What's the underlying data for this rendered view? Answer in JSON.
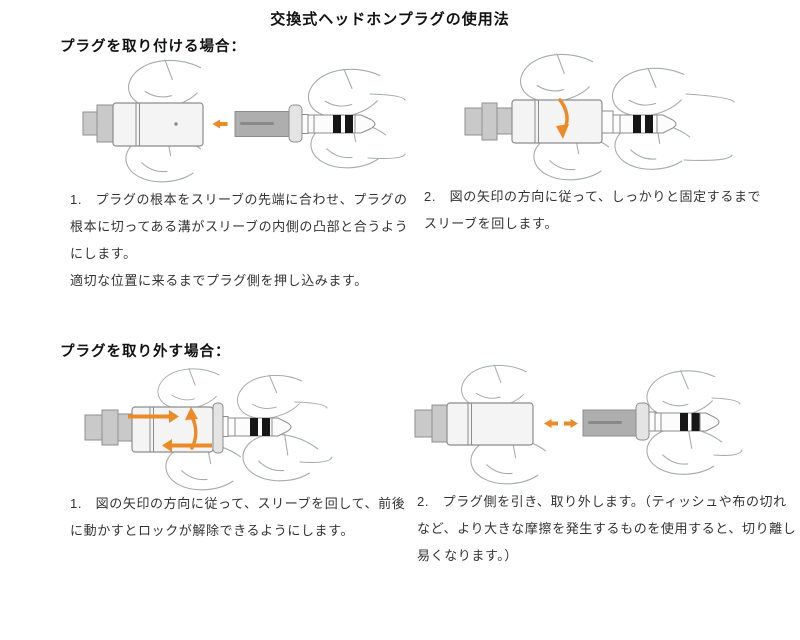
{
  "title": "交換式ヘッドホンプラグの使用法",
  "colors": {
    "arrow": "#ed8a28"
  },
  "sections": [
    {
      "heading": "プラグを取り付ける場合：",
      "steps": [
        {
          "lines": [
            "1.　プラグの根本をスリーブの先端に合わせ、プラグの",
            "根本に切ってある溝がスリーブの内側の凸部と合うよう",
            "にします。",
            "適切な位置に来るまでプラグ側を押し込みます。"
          ]
        },
        {
          "lines": [
            "2.　図の矢印の方向に従って、しっかりと固定するまで",
            "スリーブを回します。"
          ]
        }
      ]
    },
    {
      "heading": "プラグを取り外す場合：",
      "steps": [
        {
          "lines": [
            "1.　図の矢印の方向に従って、スリーブを回して、前後",
            "に動かすとロックが解除できるようにします。"
          ]
        },
        {
          "lines": [
            "2.　プラグ側を引き、取り外します。（ティッシュや布の切れ",
            "など、より大きな摩擦を発生するものを使用すると、切り離し",
            "易くなります。）"
          ]
        }
      ]
    }
  ],
  "figures": [
    {
      "name": "fig-attach-align",
      "arrow_icon": "arrow-left-icon"
    },
    {
      "name": "fig-attach-rotate",
      "arrow_icon": "arrow-rotate-down-icon"
    },
    {
      "name": "fig-detach-rotate",
      "arrow_icon": "arrows-slide-and-rotate-up-icons"
    },
    {
      "name": "fig-detach-pull",
      "arrow_icon": "arrows-pull-apart-icons"
    }
  ]
}
